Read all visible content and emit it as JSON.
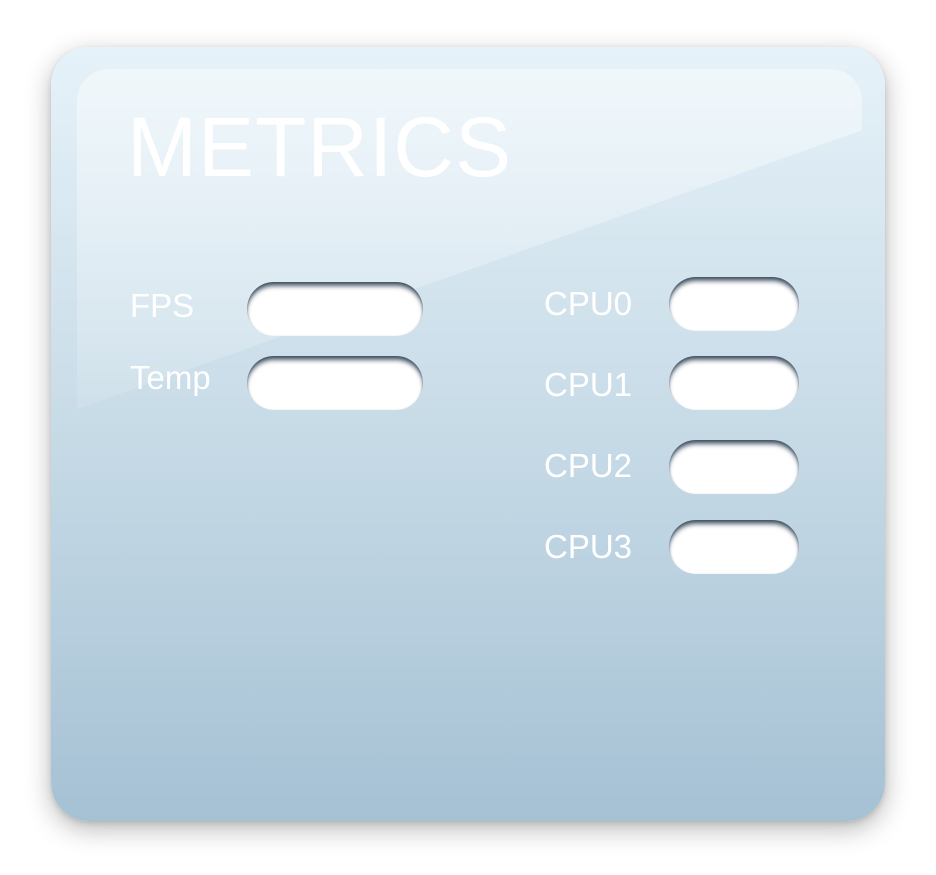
{
  "panel": {
    "title": "METRICS"
  },
  "metrics_left": [
    {
      "label": "FPS",
      "value": ""
    },
    {
      "label": "Temp",
      "value": ""
    }
  ],
  "metrics_right": [
    {
      "label": "CPU0",
      "value": ""
    },
    {
      "label": "CPU1",
      "value": ""
    },
    {
      "label": "CPU2",
      "value": ""
    },
    {
      "label": "CPU3",
      "value": ""
    }
  ],
  "colors": {
    "panel_top": "#e6f2f9",
    "panel_bottom": "#a5c1d4",
    "text": "#ffffff",
    "slot": "#ffffff"
  }
}
